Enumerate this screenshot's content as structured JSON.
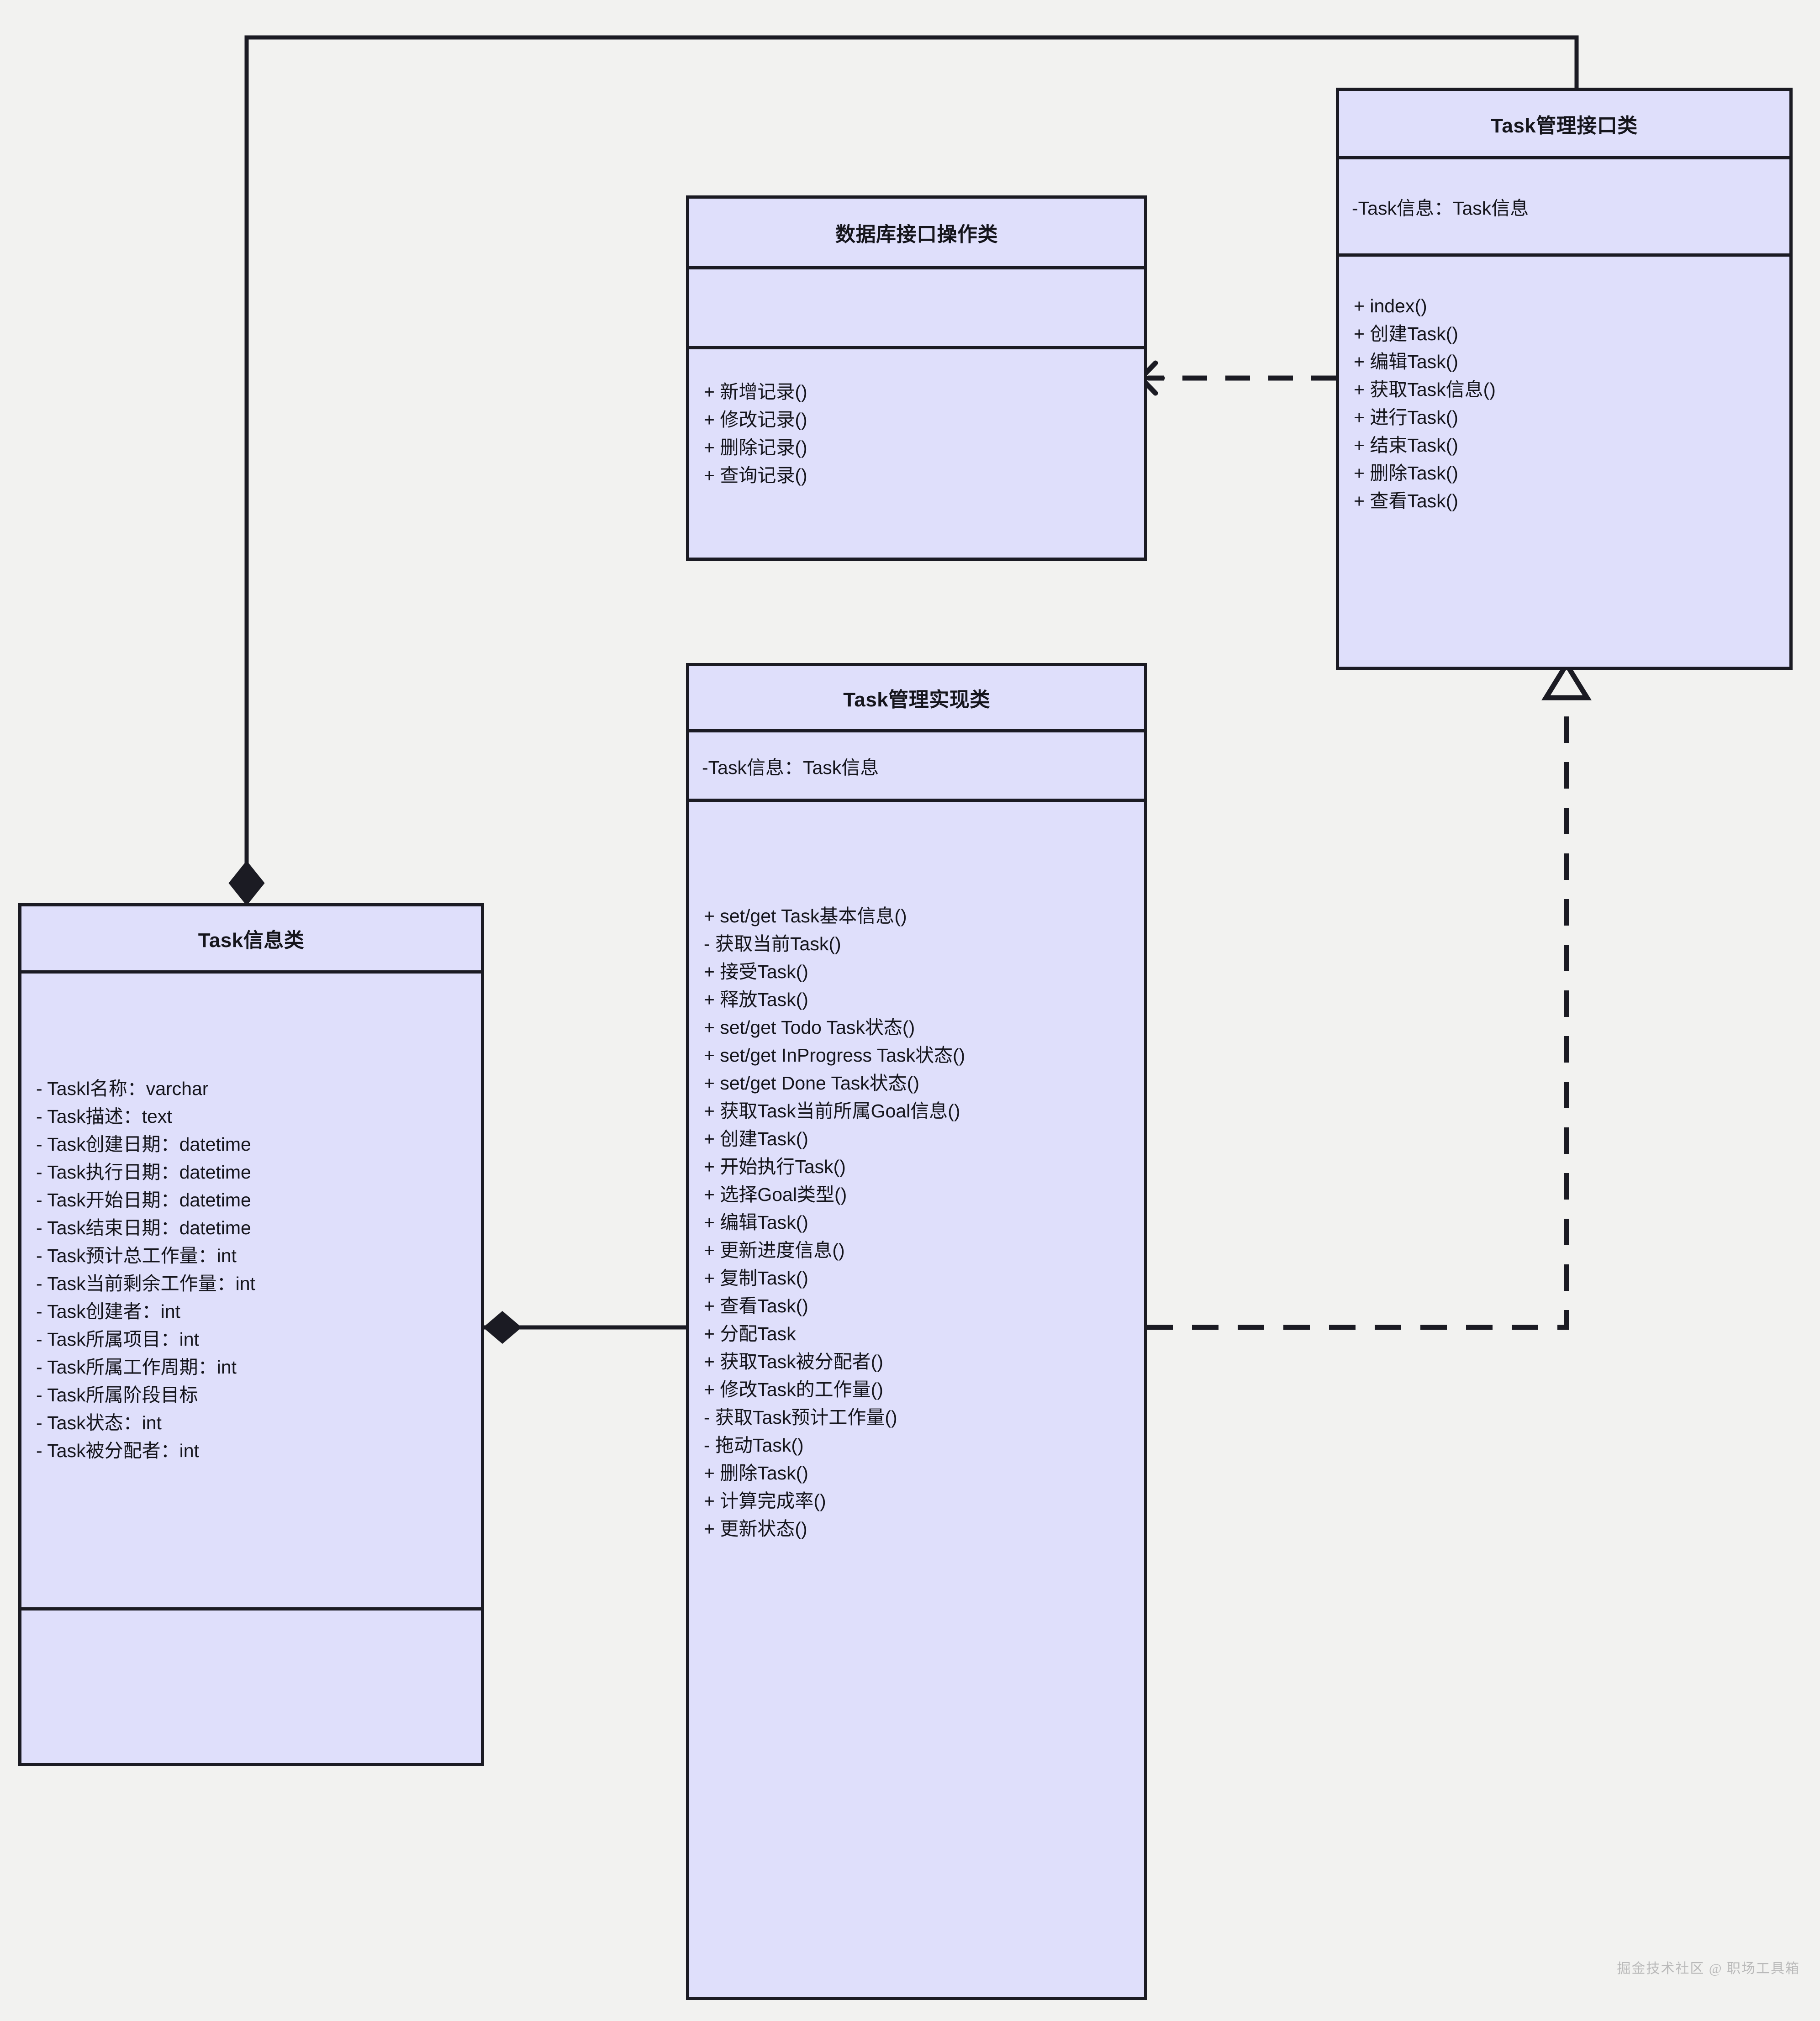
{
  "diagram": {
    "type": "uml-class-diagram",
    "background_color": "#f2f2f0",
    "class_fill_color": "#dfdffb",
    "class_border_color": "#1b1b23",
    "watermark": "掘金技术社区 @ 职场工具箱"
  },
  "classes": {
    "task_interface": {
      "title": "Task管理接口类",
      "attributes": [
        "-Task信息：Task信息"
      ],
      "methods": [
        "+ index()",
        "+ 创建Task()",
        "+ 编辑Task()",
        "+ 获取Task信息()",
        "+ 进行Task()",
        "+ 结束Task()",
        "+ 删除Task()",
        "+ 查看Task()"
      ]
    },
    "db_interface": {
      "title": "数据库接口操作类",
      "attributes": [],
      "methods": [
        "+ 新增记录()",
        "+ 修改记录()",
        "+ 删除记录()",
        "+ 查询记录()"
      ]
    },
    "task_impl": {
      "title": "Task管理实现类",
      "attributes": [
        "-Task信息：Task信息"
      ],
      "methods": [
        "+ set/get Task基本信息()",
        "-  获取当前Task()",
        "+ 接受Task()",
        "+ 释放Task()",
        "+ set/get Todo Task状态()",
        "+ set/get InProgress Task状态()",
        "+ set/get Done Task状态()",
        "+ 获取Task当前所属Goal信息()",
        "+ 创建Task()",
        "+ 开始执行Task()",
        "+ 选择Goal类型()",
        "+ 编辑Task()",
        "+ 更新进度信息()",
        "+ 复制Task()",
        "+ 查看Task()",
        "+ 分配Task",
        "+ 获取Task被分配者()",
        "+ 修改Task的工作量()",
        "-  获取Task预计工作量()",
        "-  拖动Task()",
        "+ 删除Task()",
        "+ 计算完成率()",
        "+ 更新状态()"
      ]
    },
    "task_info": {
      "title": "Task信息类",
      "attributes": [
        "- Taskl名称：varchar",
        "- Task描述：text",
        "- Task创建日期：datetime",
        "- Task执行日期：datetime",
        "- Task开始日期：datetime",
        "- Task结束日期：datetime",
        "- Task预计总工作量：int",
        "- Task当前剩余工作量：int",
        "- Task创建者：int",
        "- Task所属项目：int",
        "- Task所属工作周期：int",
        "- Task所属阶段目标",
        "- Task状态：int",
        "- Task被分配者：int"
      ],
      "methods": []
    }
  },
  "relationships": [
    {
      "name": "interface-to-info-composition",
      "kind": "composition",
      "from": "task_interface",
      "to": "task_info",
      "style": "solid",
      "end_marker": "filled-diamond"
    },
    {
      "name": "interface-to-db-dependency",
      "kind": "dependency",
      "from": "task_interface",
      "to": "db_interface",
      "style": "dashed",
      "end_marker": "open-arrow"
    },
    {
      "name": "impl-realizes-interface",
      "kind": "realization",
      "from": "task_impl",
      "to": "task_interface",
      "style": "dashed",
      "end_marker": "hollow-triangle"
    },
    {
      "name": "info-to-impl-composition",
      "kind": "composition",
      "from": "task_info",
      "to": "task_impl",
      "style": "solid",
      "end_marker": "filled-diamond"
    }
  ]
}
